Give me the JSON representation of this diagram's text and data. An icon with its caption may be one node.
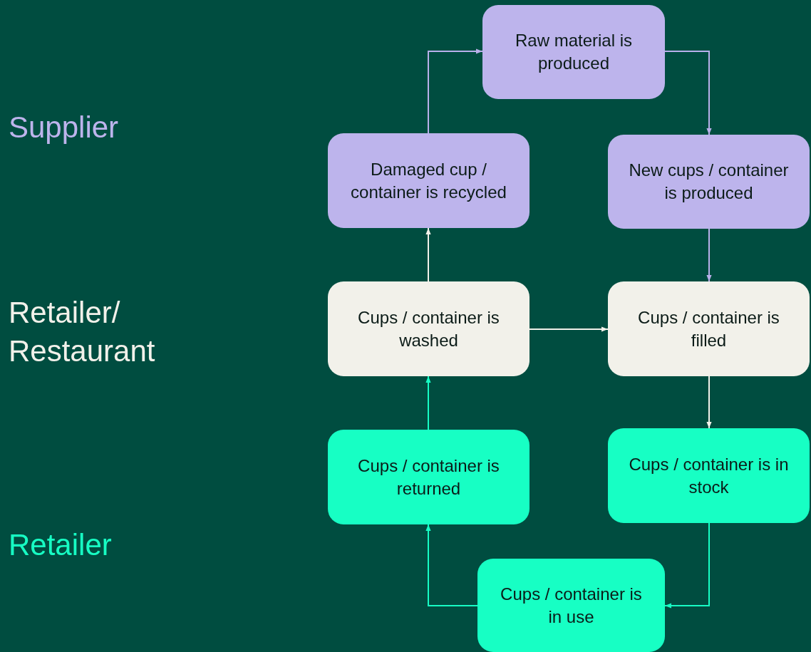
{
  "diagram": {
    "nodes": [
      {
        "text": [
          "Raw material is produced"
        ]
      },
      {
        "text": [
          "Damaged cup / container is recycled"
        ]
      },
      {
        "text": [
          "New cups / container is produced"
        ]
      },
      {
        "text": [
          "Cups / container is washed"
        ]
      },
      {
        "text": [
          "Cups / container is filled"
        ]
      },
      {
        "text": [
          "Cups / container is returned"
        ]
      },
      {
        "text": [
          "Cups / container is in stock"
        ]
      },
      {
        "text": [
          "Cups / container is in use"
        ]
      }
    ],
    "edges": [
      {
        "from": 1,
        "to": 0,
        "arrow": "to",
        "color": "#b9b0ea"
      },
      {
        "from": 0,
        "to": 2,
        "arrow": "to",
        "color": "#b9b0ea"
      },
      {
        "from": 2,
        "to": 4,
        "arrow": "to",
        "color": "#b9b0ea"
      },
      {
        "from": 3,
        "to": 1,
        "arrow": "to"
      },
      {
        "from": 3,
        "to": 4,
        "arrow": "to"
      },
      {
        "from": 4,
        "to": 6,
        "arrow": "to"
      },
      {
        "from": 6,
        "to": 7,
        "arrow": "to",
        "color": "#17ffc4"
      },
      {
        "from": 7,
        "to": 5,
        "arrow": "to",
        "color": "#17ffc4"
      },
      {
        "from": 5,
        "to": 3,
        "arrow": "to",
        "color": "#17ffc4"
      }
    ],
    "labels": [
      "Supplier",
      "Retailer/ Restaurant",
      "Retailer"
    ]
  }
}
